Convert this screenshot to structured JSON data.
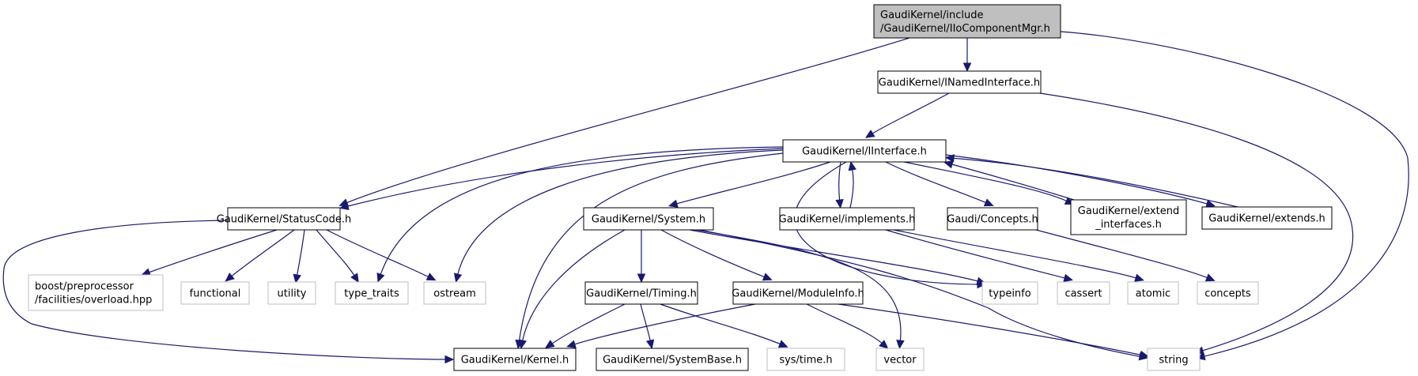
{
  "diagram": {
    "type": "include-dependency-graph",
    "colors": {
      "edge": "#191970",
      "root_fill": "#bfbfbf",
      "root_border": "#000000",
      "local_border": "#000000",
      "system_border": "#bfbfbf",
      "node_fill": "#ffffff"
    },
    "nodes": [
      {
        "id": "root",
        "kind": "root",
        "lines": [
          "GaudiKernel/include",
          "/GaudiKernel/IIoComponentMgr.h"
        ]
      },
      {
        "id": "inamed",
        "kind": "local",
        "lines": [
          "GaudiKernel/INamedInterface.h"
        ]
      },
      {
        "id": "iinterface",
        "kind": "local",
        "lines": [
          "GaudiKernel/IInterface.h"
        ]
      },
      {
        "id": "statuscode",
        "kind": "local",
        "lines": [
          "GaudiKernel/StatusCode.h"
        ]
      },
      {
        "id": "system",
        "kind": "local",
        "lines": [
          "GaudiKernel/System.h"
        ]
      },
      {
        "id": "implements",
        "kind": "local",
        "lines": [
          "GaudiKernel/implements.h"
        ]
      },
      {
        "id": "concepts_h",
        "kind": "local",
        "lines": [
          "Gaudi/Concepts.h"
        ]
      },
      {
        "id": "extend_interfaces",
        "kind": "local",
        "lines": [
          "GaudiKernel/extend",
          "_interfaces.h"
        ]
      },
      {
        "id": "extends",
        "kind": "local",
        "lines": [
          "GaudiKernel/extends.h"
        ]
      },
      {
        "id": "boost_overload",
        "kind": "system",
        "lines": [
          "boost/preprocessor",
          "/facilities/overload.hpp"
        ]
      },
      {
        "id": "functional",
        "kind": "system",
        "lines": [
          "functional"
        ]
      },
      {
        "id": "utility",
        "kind": "system",
        "lines": [
          "utility"
        ]
      },
      {
        "id": "type_traits",
        "kind": "system",
        "lines": [
          "type_traits"
        ]
      },
      {
        "id": "ostream",
        "kind": "system",
        "lines": [
          "ostream"
        ]
      },
      {
        "id": "timing",
        "kind": "local",
        "lines": [
          "GaudiKernel/Timing.h"
        ]
      },
      {
        "id": "moduleinfo",
        "kind": "local",
        "lines": [
          "GaudiKernel/ModuleInfo.h"
        ]
      },
      {
        "id": "typeinfo",
        "kind": "system",
        "lines": [
          "typeinfo"
        ]
      },
      {
        "id": "cassert",
        "kind": "system",
        "lines": [
          "cassert"
        ]
      },
      {
        "id": "atomic",
        "kind": "system",
        "lines": [
          "atomic"
        ]
      },
      {
        "id": "concepts",
        "kind": "system",
        "lines": [
          "concepts"
        ]
      },
      {
        "id": "kernel",
        "kind": "local",
        "lines": [
          "GaudiKernel/Kernel.h"
        ]
      },
      {
        "id": "systembase",
        "kind": "local",
        "lines": [
          "GaudiKernel/SystemBase.h"
        ]
      },
      {
        "id": "systime",
        "kind": "system",
        "lines": [
          "sys/time.h"
        ]
      },
      {
        "id": "vector",
        "kind": "system",
        "lines": [
          "vector"
        ]
      },
      {
        "id": "string",
        "kind": "system",
        "lines": [
          "string"
        ]
      }
    ],
    "edges": [
      [
        "root",
        "inamed"
      ],
      [
        "root",
        "statuscode"
      ],
      [
        "root",
        "string"
      ],
      [
        "inamed",
        "iinterface"
      ],
      [
        "inamed",
        "string"
      ],
      [
        "iinterface",
        "statuscode"
      ],
      [
        "iinterface",
        "system"
      ],
      [
        "iinterface",
        "implements"
      ],
      [
        "iinterface",
        "concepts_h"
      ],
      [
        "iinterface",
        "extend_interfaces"
      ],
      [
        "iinterface",
        "extends"
      ],
      [
        "iinterface",
        "type_traits"
      ],
      [
        "iinterface",
        "ostream"
      ],
      [
        "iinterface",
        "kernel"
      ],
      [
        "iinterface",
        "typeinfo"
      ],
      [
        "implements",
        "iinterface"
      ],
      [
        "extend_interfaces",
        "iinterface"
      ],
      [
        "extends",
        "iinterface"
      ],
      [
        "implements",
        "cassert"
      ],
      [
        "implements",
        "atomic"
      ],
      [
        "concepts_h",
        "concepts"
      ],
      [
        "statuscode",
        "boost_overload"
      ],
      [
        "statuscode",
        "functional"
      ],
      [
        "statuscode",
        "utility"
      ],
      [
        "statuscode",
        "type_traits"
      ],
      [
        "statuscode",
        "ostream"
      ],
      [
        "statuscode",
        "kernel"
      ],
      [
        "system",
        "kernel"
      ],
      [
        "system",
        "timing"
      ],
      [
        "system",
        "moduleinfo"
      ],
      [
        "system",
        "typeinfo"
      ],
      [
        "system",
        "vector"
      ],
      [
        "system",
        "string"
      ],
      [
        "timing",
        "kernel"
      ],
      [
        "timing",
        "systembase"
      ],
      [
        "timing",
        "systime"
      ],
      [
        "moduleinfo",
        "kernel"
      ],
      [
        "moduleinfo",
        "vector"
      ],
      [
        "moduleinfo",
        "string"
      ]
    ]
  }
}
